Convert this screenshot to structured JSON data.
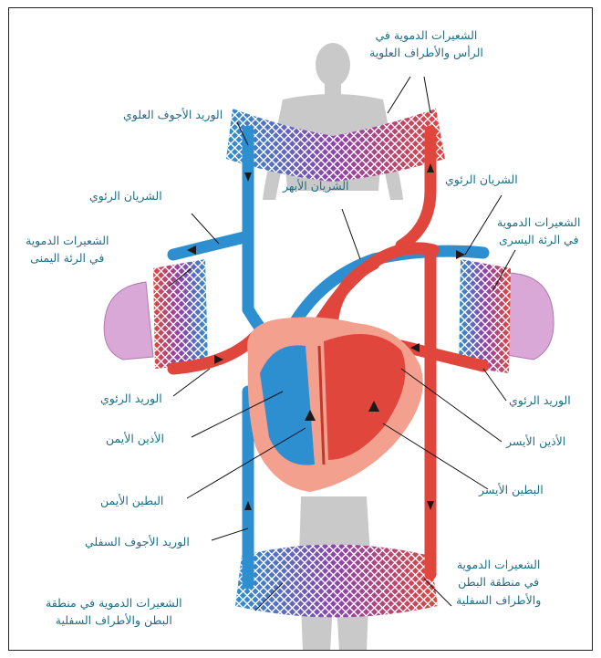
{
  "colors": {
    "venous": "#2e8fd0",
    "arterial": "#e0463c",
    "capillary_mix": "#8e44ad",
    "body": "#c9c9c9",
    "lung": "#d9a8d6",
    "heart_muscle": "#f4a08f",
    "label_text": "#1f6f86"
  },
  "labels": {
    "head_capillaries": "الشعيرات الدموية في\nالرأس والأطراف العلوية",
    "superior_vena_cava": "الوريد الأجوف العلوي",
    "pulmonary_artery_right": "الشريان الرئوي",
    "aorta": "الشريان الأبهر",
    "pulmonary_artery_left": "الشريان الرئوي",
    "right_lung_capillaries": "الشعيرات الدموية\nفي الرئة اليمنى",
    "left_lung_capillaries": "الشعيرات الدموية\nفي الرئة اليسرى",
    "pulmonary_vein_right": "الوريد الرئوي",
    "pulmonary_vein_left": "الوريد الرئوي",
    "right_atrium": "الأذين الأيمن",
    "left_atrium": "الأذين الأيسر",
    "right_ventricle": "البطين الأيمن",
    "left_ventricle": "البطين الأيسر",
    "inferior_vena_cava": "الوريد الأجوف السفلي",
    "lower_capillaries_left": "الشعيرات الدموية في منطقة\nالبطن والأطراف السفلية",
    "lower_capillaries_right": "الشعيرات الدموية\nفي منطقة البطن\nوالأطراف السفلية"
  }
}
